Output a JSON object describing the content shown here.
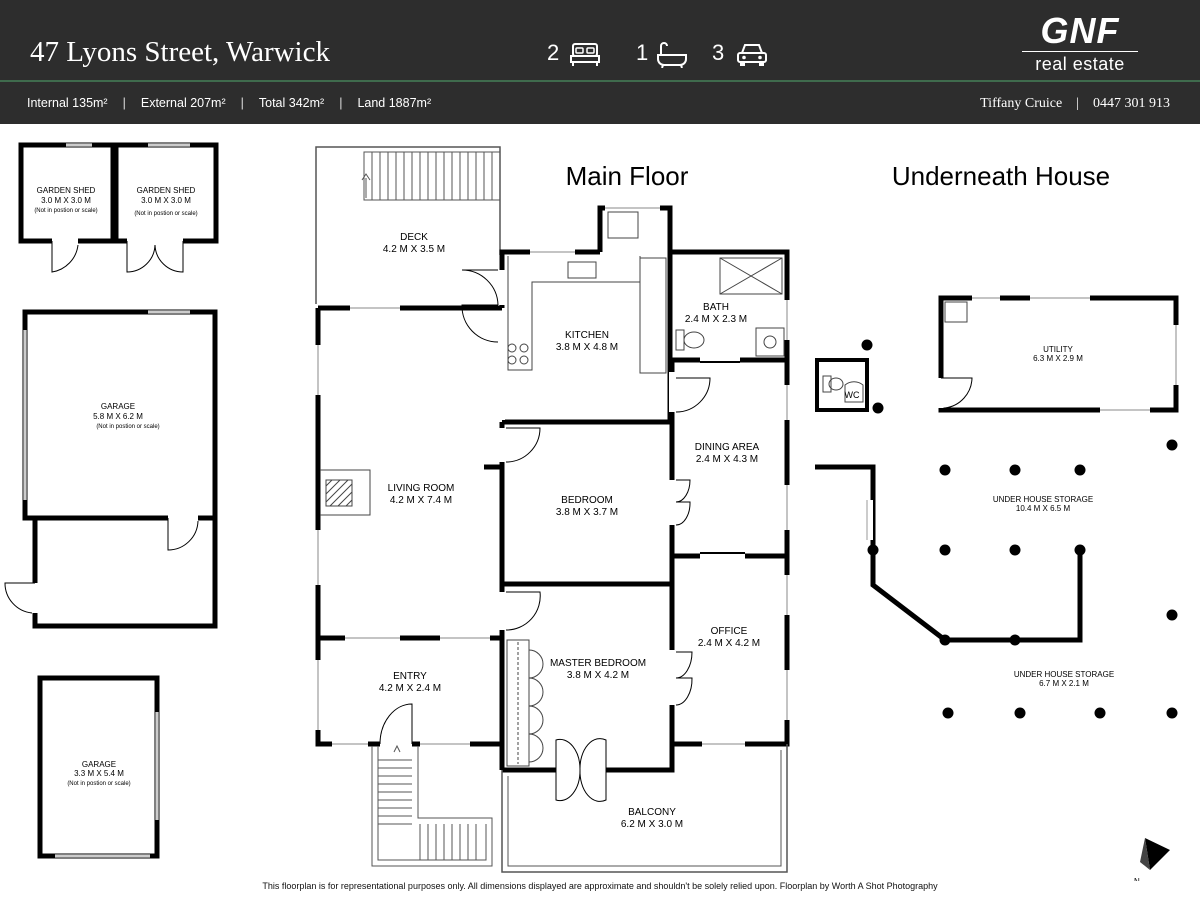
{
  "header": {
    "address": "47 Lyons Street, Warwick",
    "bedrooms": "2",
    "bathrooms": "1",
    "car_spaces": "3",
    "metrics": {
      "internal": "Internal  135m²",
      "external": "External 207m²",
      "total": "Total 342m²",
      "land": "Land 1887m²"
    },
    "agent_name": "Tiffany Cruice",
    "agent_phone": "0447 301 913",
    "logo_main": "GNF",
    "logo_sub": "real estate"
  },
  "icons": {
    "bed": "bed-icon",
    "bath": "bathtub-icon",
    "car": "car-icon",
    "north": "north-arrow-icon"
  },
  "colors": {
    "header_bg": "#2d2d2d",
    "accent_line": "#3f6b4d",
    "wall": "#000000"
  },
  "plan": {
    "main_floor_title": "Main Floor",
    "underneath_title": "Underneath House",
    "north_label": "N",
    "rooms": {
      "garden_shed_1": {
        "name": "GARDEN SHED",
        "dims": "3.0 M X 3.0 M",
        "note": "(Not in postion or scale)"
      },
      "garden_shed_2": {
        "name": "GARDEN SHED",
        "dims": "3.0 M X 3.0 M",
        "note": "(Not in postion or scale)"
      },
      "garage_1": {
        "name": "GARAGE",
        "dims": "5.8 M X 6.2 M",
        "note": "(Not in postion or scale)"
      },
      "garage_2": {
        "name": "GARAGE",
        "dims": "3.3 M X 5.4 M",
        "note": "(Not in postion or scale)"
      },
      "deck": {
        "name": "DECK",
        "dims": "4.2 M X 3.5 M"
      },
      "kitchen": {
        "name": "KITCHEN",
        "dims": "3.8 M X 4.8 M"
      },
      "bath": {
        "name": "BATH",
        "dims": "2.4 M X 2.3 M"
      },
      "living": {
        "name": "LIVING ROOM",
        "dims": "4.2 M X 7.4 M"
      },
      "bedroom": {
        "name": "BEDROOM",
        "dims": "3.8 M X 3.7 M"
      },
      "dining": {
        "name": "DINING AREA",
        "dims": "2.4 M X 4.3 M"
      },
      "entry": {
        "name": "ENTRY",
        "dims": "4.2 M X 2.4 M"
      },
      "master": {
        "name": "MASTER BEDROOM",
        "dims": "3.8 M X 4.2 M"
      },
      "office": {
        "name": "OFFICE",
        "dims": "2.4 M X 4.2 M"
      },
      "balcony": {
        "name": "BALCONY",
        "dims": "6.2 M X 3.0 M"
      },
      "wc": {
        "name": "WC"
      },
      "utility": {
        "name": "UTILITY",
        "dims": "6.3 M X 2.9 M"
      },
      "storage_1": {
        "name": "UNDER HOUSE STORAGE",
        "dims": "10.4 M X 6.5 M"
      },
      "storage_2": {
        "name": "UNDER HOUSE STORAGE",
        "dims": "6.7 M X 2.1 M"
      }
    }
  },
  "footer": {
    "disclaimer": "This floorplan is for representational purposes only. All dimensions displayed are approximate and shouldn't be solely relied upon. Floorplan by Worth A Shot Photography"
  }
}
